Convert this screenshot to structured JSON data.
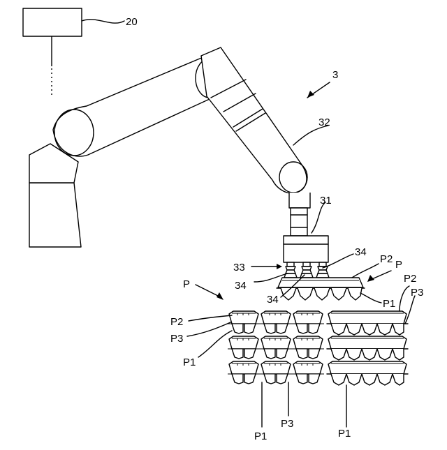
{
  "labels": {
    "controller": "20",
    "robot": "3",
    "arm": "32",
    "hand": "31",
    "suction_unit": "33",
    "pad_a": "34",
    "pad_b": "34",
    "pad_c": "34",
    "pack_top": "P",
    "pack_top_p2": "P2",
    "pack_top_p1": "P1",
    "stack_p": "P",
    "right_p2": "P2",
    "right_p3": "P3",
    "left_p2": "P2",
    "left_p3": "P3",
    "left_p1": "P1",
    "bottom_p1_left": "P1",
    "bottom_p3": "P3",
    "bottom_p1_right": "P1"
  }
}
